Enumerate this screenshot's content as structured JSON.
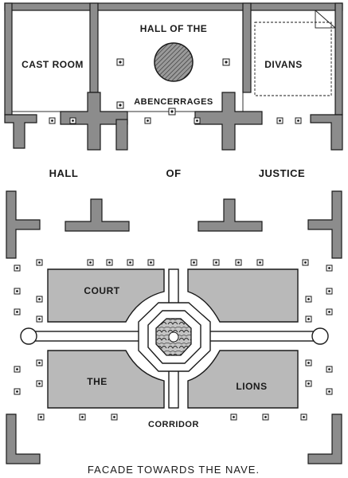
{
  "labels": {
    "hall_of_the": "HALL OF THE",
    "abencerrages": "ABENCERRAGES",
    "cast_room": "CAST ROOM",
    "divans": "DIVANS",
    "hall": "HALL",
    "of": "OF",
    "justice": "JUSTICE",
    "court": "COURT",
    "the": "THE",
    "lions": "LIONS",
    "corridor": "CORRIDOR",
    "caption": "FACADE TOWARDS THE NAVE."
  },
  "colors": {
    "ink": "#1a1a1a",
    "wall_fill": "#8c8c8c",
    "garden_fill": "#b9b9b9",
    "background": "#ffffff"
  }
}
